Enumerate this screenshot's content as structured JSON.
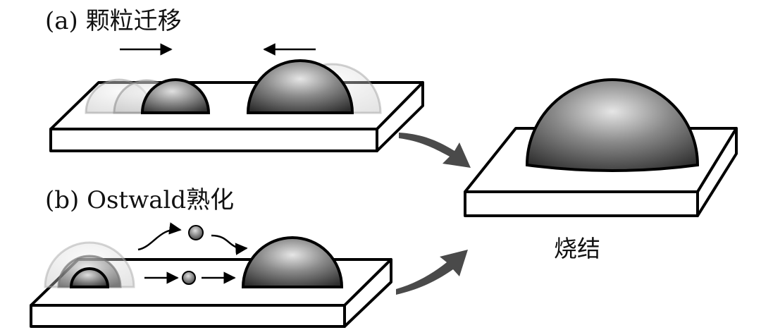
{
  "panel_a": {
    "label": "(a) 颗粒迁移"
  },
  "panel_b": {
    "label": "(b) Ostwald熟化"
  },
  "result": {
    "label": "烧结"
  },
  "colors": {
    "particle_dark": "#3a3a3a",
    "particle_light": "#d0d0d0",
    "outline": "#000000",
    "curved_arrow": "#4a4a4a",
    "substrate_fill": "#ffffff"
  }
}
